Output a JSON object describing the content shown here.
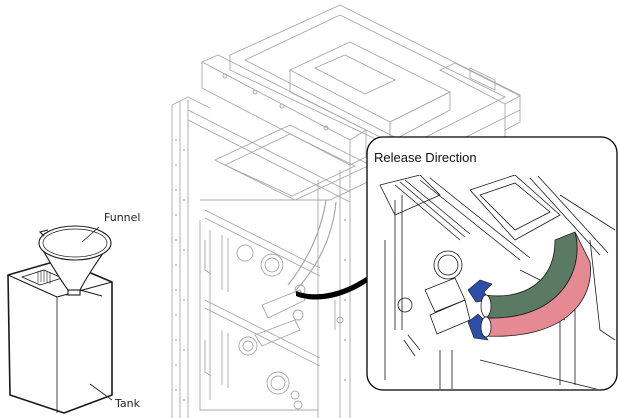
{
  "diagram": {
    "subject": "Fluid tank draining setup with machine hose release detail",
    "labels": {
      "funnel": "Funnel",
      "tank": "Tank"
    },
    "callout": {
      "title": "Release Direction"
    },
    "colors": {
      "outline": "#1a1a1a",
      "machine_line": "#9a9a9a",
      "hose_green": "#5b7a64",
      "hose_pink": "#e58a92",
      "clip_blue": "#2f4ea8",
      "arrow": "#000000",
      "background": "#ffffff"
    },
    "components": [
      {
        "name": "Tank",
        "description": "Square plastic container with handle"
      },
      {
        "name": "Funnel",
        "description": "Conical funnel inserted in tank opening"
      },
      {
        "name": "Machine frame",
        "description": "Isometric cabinet frame with pumps and gauges"
      },
      {
        "name": "Hoses",
        "description": "Green and pink hoses attached with blue clips"
      }
    ]
  }
}
